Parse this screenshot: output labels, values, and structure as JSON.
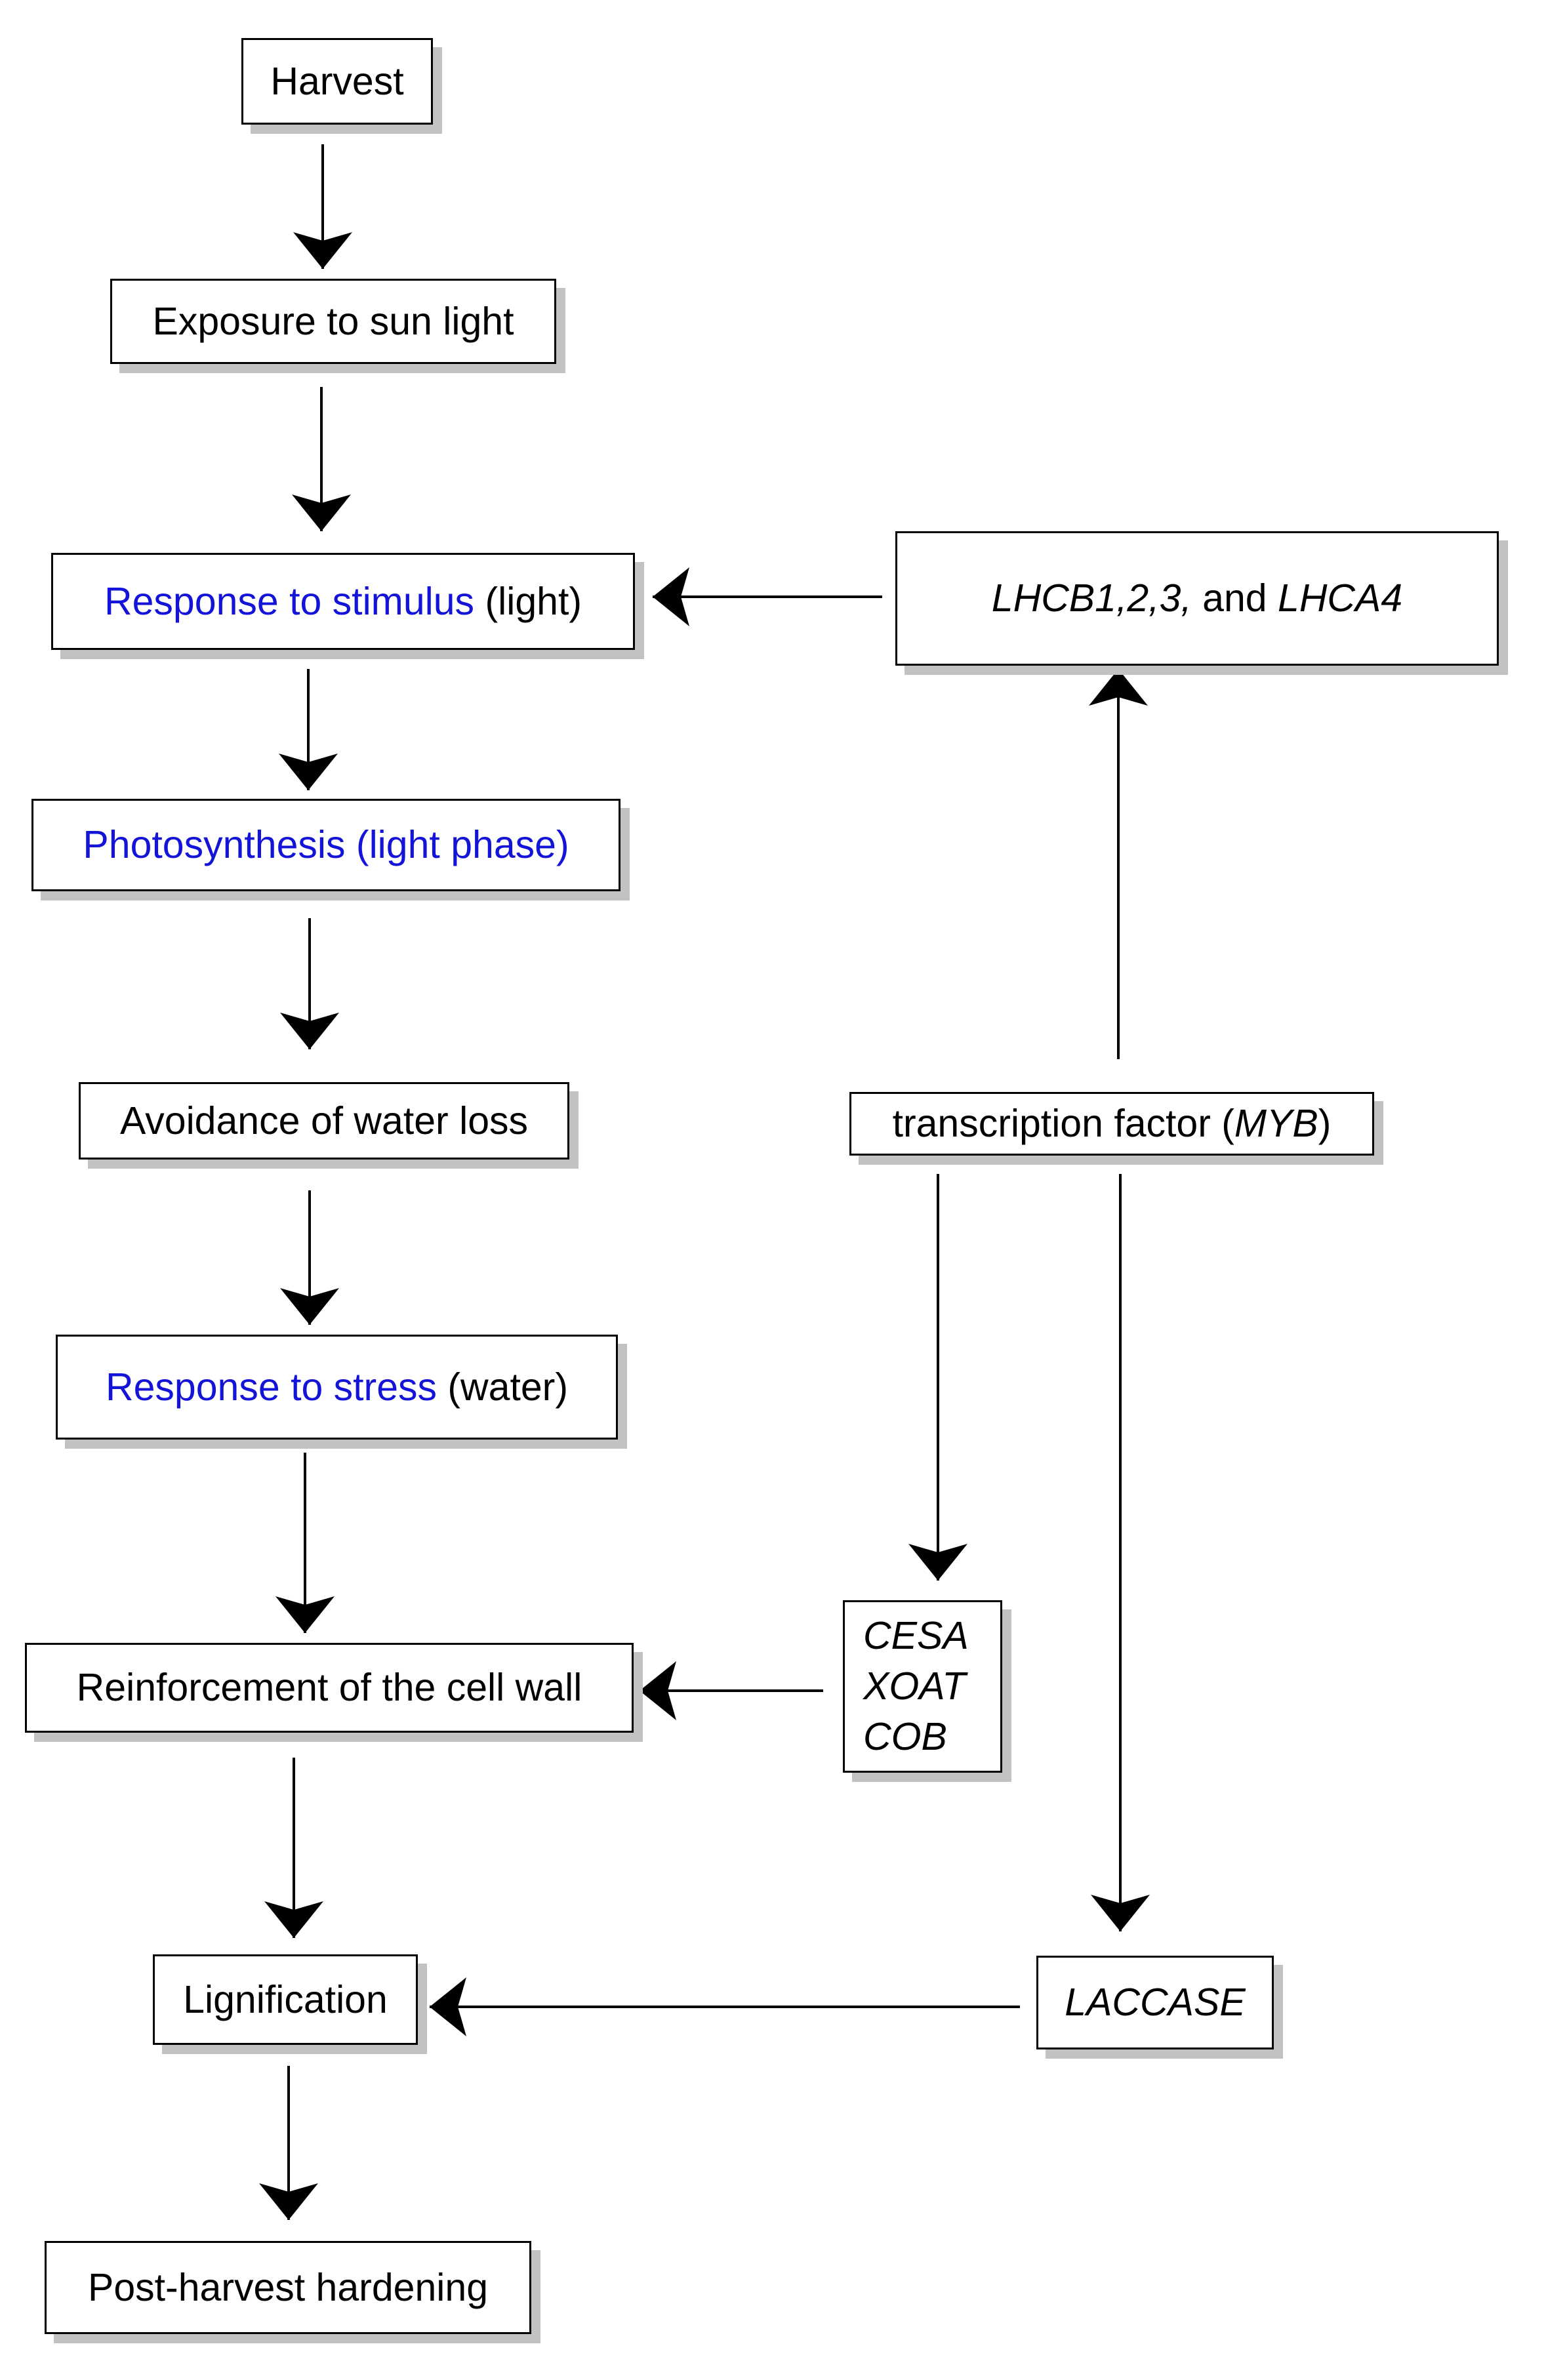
{
  "boxes": {
    "harvest": "Harvest",
    "exposure": "Exposure to sun light",
    "response_stimulus": {
      "blue": "Response to stimulus",
      "rest": " (light)"
    },
    "photosynthesis": "Photosynthesis (light phase)",
    "avoidance": "Avoidance of water loss",
    "response_stress": {
      "blue": "Response to stress",
      "rest": " (water)"
    },
    "reinforcement": "Reinforcement of the cell wall",
    "lignification": "Lignification",
    "post_harvest": "Post-harvest hardening",
    "lhcb": {
      "genes": "LHCB1,2,3,",
      "and": " and ",
      "gene2": "LHCA4"
    },
    "tf": {
      "pre": "transcription factor (",
      "gene": "MYB",
      "post": ")"
    },
    "cesa_group": [
      "CESA",
      "XOAT",
      "COB"
    ],
    "laccase": "LACCASE"
  },
  "colors": {
    "highlight_text": "#1414d8",
    "shadow": "#c2c2c2",
    "line": "#000000"
  }
}
